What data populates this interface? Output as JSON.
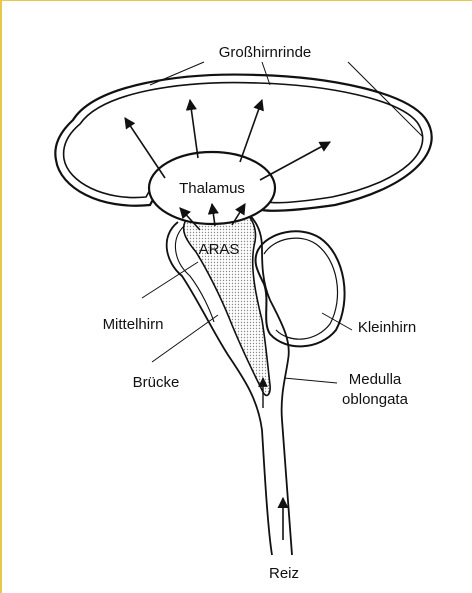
{
  "labels": {
    "cortex": "Großhirnrinde",
    "thalamus": "Thalamus",
    "aras": "ARAS",
    "midbrain": "Mittelhirn",
    "cerebellum": "Kleinhirn",
    "pons": "Brücke",
    "medulla_line1": "Medulla",
    "medulla_line2": "oblongata",
    "stimulus": "Reiz"
  },
  "colors": {
    "frame": "#e7c84a",
    "ink": "#111111",
    "stipple": "#b9b9b9"
  }
}
